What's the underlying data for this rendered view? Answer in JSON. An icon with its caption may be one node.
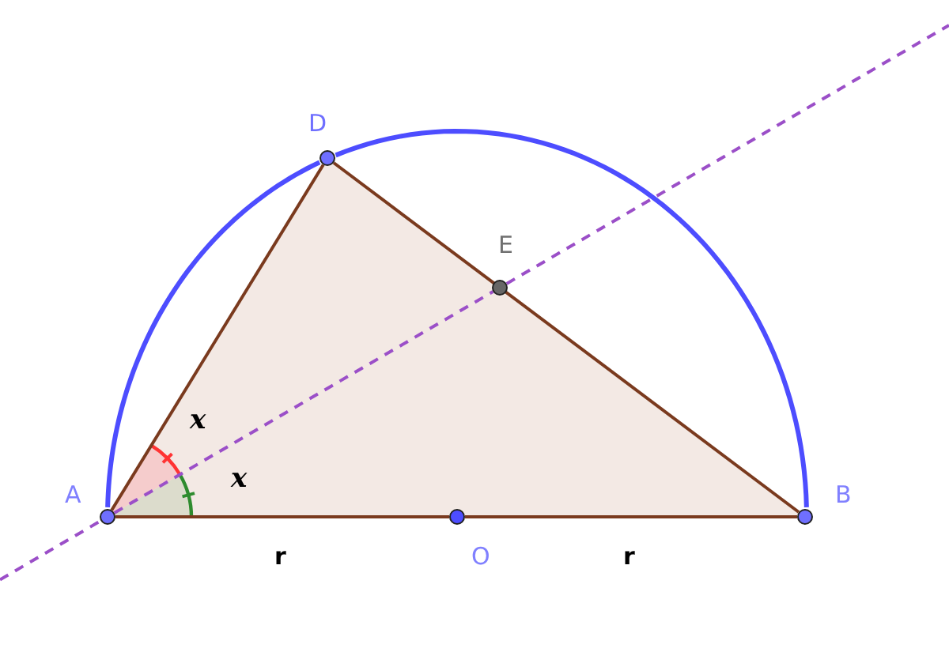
{
  "diagram": {
    "nodes": [
      {
        "text": [],
        "shape": "circle",
        "beside": [
          "D"
        ]
      },
      {
        "text": [],
        "shape": "circle",
        "beside": [
          "E"
        ]
      },
      {
        "text": [],
        "shape": "circle",
        "beside": [
          "A"
        ]
      },
      {
        "text": [],
        "shape": "circle",
        "beside": [
          "O"
        ]
      },
      {
        "text": [],
        "shape": "circle",
        "beside": [
          "B"
        ]
      }
    ],
    "edges": [
      {
        "from": 2,
        "to": 0,
        "arrow": "none"
      },
      {
        "from": 0,
        "to": 4,
        "arrow": "none"
      },
      {
        "from": 2,
        "to": 3,
        "arrow": "none",
        "label": "r"
      },
      {
        "from": 3,
        "to": 4,
        "arrow": "none",
        "label": "r"
      },
      {
        "from": 2,
        "to": 1,
        "arrow": "none",
        "style": "dashed",
        "color": "#9b4fc8"
      },
      {
        "from": 2,
        "to": 0,
        "arrow": "none",
        "color": "#4d4dff"
      },
      {
        "from": 0,
        "to": 4,
        "arrow": "none",
        "color": "#4d4dff"
      }
    ],
    "labels": [
      "x",
      "x"
    ]
  }
}
